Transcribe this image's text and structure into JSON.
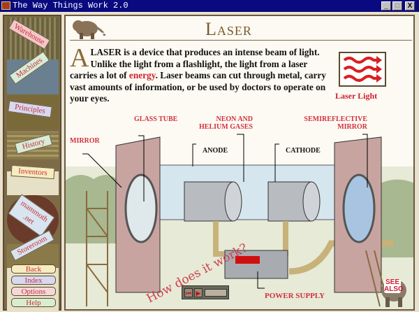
{
  "window": {
    "title": "The Way Things Work 2.0",
    "minimize": "_",
    "maximize": "□",
    "close": "X"
  },
  "nav": {
    "items": [
      "Warehouse",
      "Machines",
      "Principles",
      "History",
      "Inventors",
      "mammoth .net",
      "Storeroom"
    ],
    "buttons": [
      "Back",
      "Index",
      "Options",
      "Help"
    ]
  },
  "page": {
    "title": "Laser",
    "intro_dropcap": "A",
    "intro_1": "LASER is a device that produces an intense beam of light. Unlike the light from a flashlight, the light from a laser carries a lot of ",
    "intro_link": "energy",
    "intro_2": ". Laser beams can cut through metal, carry vast amounts of information, or be used by doctors to operate on your eyes.",
    "legend_label": "Laser Light"
  },
  "diagram": {
    "labels": {
      "glass_tube": "GLASS TUBE",
      "gases": "NEON AND HELIUM GASES",
      "semi_mirror": "SEMIREFLECTIVE MIRROR",
      "mirror": "MIRROR",
      "anode": "ANODE",
      "cathode": "CATHODE",
      "power_supply": "POWER SUPPLY"
    },
    "how_it_works": "How does it work?",
    "see_also": "SEE ALSO",
    "player": {
      "rewind": "⏮",
      "play": "▶"
    }
  },
  "colors": {
    "accent": "#d02030",
    "titlebar": "#0a0a80"
  }
}
